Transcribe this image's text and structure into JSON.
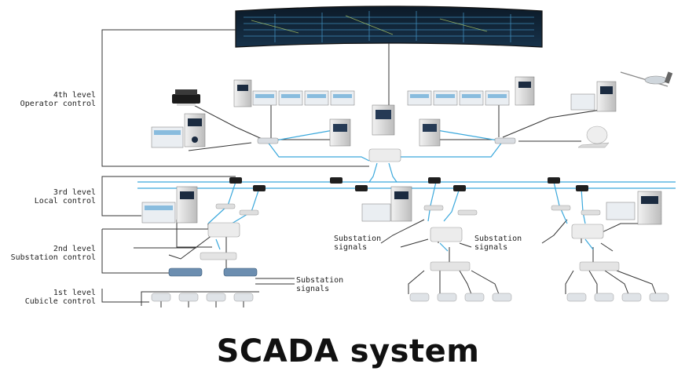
{
  "levels": [
    {
      "tier": "4th level",
      "label": "Operator control"
    },
    {
      "tier": "3rd level",
      "label": "Local control"
    },
    {
      "tier": "2nd level",
      "label": "Substation control"
    },
    {
      "tier": "1st level",
      "label": "Cubicle control"
    }
  ],
  "signals": [
    {
      "line1": "Substation",
      "line2": "signals"
    },
    {
      "line1": "Substation",
      "line2": "signals"
    },
    {
      "line1": "Substation",
      "line2": "signals"
    }
  ],
  "caption": "SCADA system",
  "colors": {
    "network_blue": "#3aa8dc",
    "control_line": "#333333",
    "rtu_blue": "#6c8eb0",
    "device_gray": "#dcdcdc"
  }
}
